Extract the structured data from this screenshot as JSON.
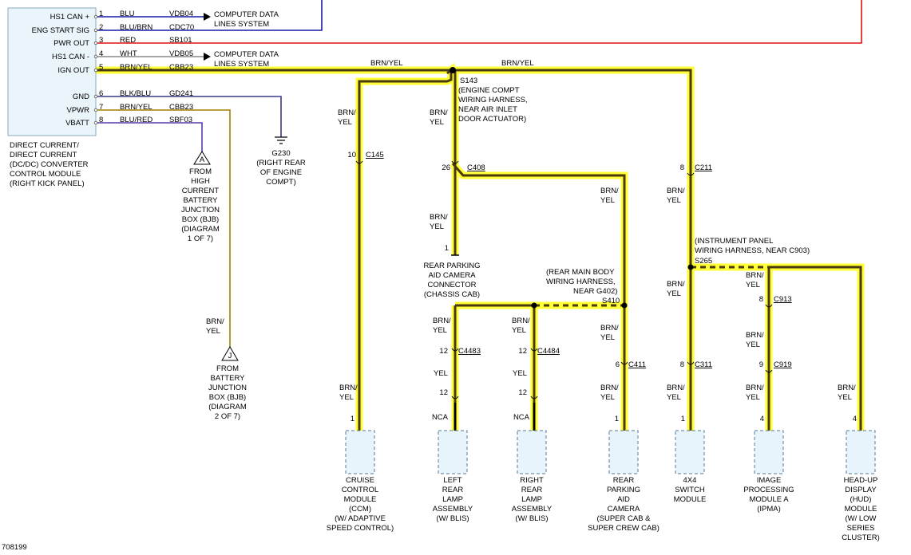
{
  "dcdc_module": {
    "pins": [
      {
        "name": "HS1 CAN +",
        "pin": "1",
        "wire_color": "BLU",
        "circuit": "VDB04"
      },
      {
        "name": "ENG START SIG",
        "pin": "2",
        "wire_color": "BLU/BRN",
        "circuit": "CDC70"
      },
      {
        "name": "PWR OUT",
        "pin": "3",
        "wire_color": "RED",
        "circuit": "SB101"
      },
      {
        "name": "HS1 CAN -",
        "pin": "4",
        "wire_color": "WHT",
        "circuit": "VDB05"
      },
      {
        "name": "IGN OUT",
        "pin": "5",
        "wire_color": "BRN/YEL",
        "circuit": "CBB23"
      },
      {
        "name": "GND",
        "pin": "6",
        "wire_color": "BLK/BLU",
        "circuit": "GD241"
      },
      {
        "name": "VPWR",
        "pin": "7",
        "wire_color": "BRN/YEL",
        "circuit": "CBB23"
      },
      {
        "name": "VBATT",
        "pin": "8",
        "wire_color": "BLU/RED",
        "circuit": "SBF03"
      }
    ],
    "caption": [
      "DIRECT CURRENT/",
      "DIRECT CURRENT",
      "(DC/DC) CONVERTER",
      "CONTROL MODULE",
      "(RIGHT KICK PANEL)"
    ]
  },
  "computer_data_1": [
    "COMPUTER DATA",
    "LINES SYSTEM"
  ],
  "computer_data_2": [
    "COMPUTER DATA",
    "LINES SYSTEM"
  ],
  "ground": {
    "id": "G230",
    "lines": [
      "(RIGHT REAR",
      "OF ENGINE",
      "COMPT)"
    ]
  },
  "ref_a": {
    "letter": "A",
    "lines": [
      "FROM",
      "HIGH",
      "CURRENT",
      "BATTERY",
      "JUNCTION",
      "BOX (BJB)",
      "(DIAGRAM",
      "1 OF 7)"
    ]
  },
  "ref_j": {
    "letter": "J",
    "lines": [
      "FROM",
      "BATTERY",
      "JUNCTION",
      "BOX (BJB)",
      "(DIAGRAM",
      "2 OF 7)"
    ]
  },
  "vpwr_wire": [
    "BRN/",
    "YEL"
  ],
  "main_wire": {
    "left_label": "BRN/YEL",
    "right_label": "BRN/YEL"
  },
  "s143": {
    "id": "S143",
    "lines": [
      "(ENGINE COMPT",
      "WIRING HARNESS,",
      "NEAR AIR INLET",
      "DOOR ACTUATOR)"
    ]
  },
  "ccm_branch": {
    "upper_wire": [
      "BRN/",
      "YEL"
    ],
    "connector": "C145",
    "pin": "10",
    "lower_wire": [
      "BRN/",
      "YEL"
    ],
    "module_pin": "1"
  },
  "camera_branch": {
    "upper_wire": [
      "BRN/",
      "YEL"
    ],
    "connector": "C408",
    "pin": "26",
    "lower_wire": [
      "BRN/",
      "YEL"
    ],
    "pin_bottom": "1",
    "connector_label": [
      "REAR PARKING",
      "AID CAMERA",
      "CONNECTOR",
      "(CHASSIS CAB)"
    ]
  },
  "c408_branch": {
    "wire": [
      "BRN/",
      "YEL"
    ]
  },
  "s410": {
    "id": "S410",
    "lines": [
      "(REAR MAIN BODY",
      "WIRING HARNESS,",
      "NEAR G402)"
    ]
  },
  "left_lamp_branch": {
    "upper_wire": [
      "BRN/",
      "YEL"
    ],
    "connector": "C4483",
    "pin_top": "12",
    "mid_wire": "YEL",
    "pin_bottom": "12",
    "nca": "NCA"
  },
  "right_lamp_branch": {
    "upper_wire": [
      "BRN/",
      "YEL"
    ],
    "connector": "C4484",
    "pin_top": "12",
    "mid_wire": "YEL",
    "pin_bottom": "12",
    "nca": "NCA"
  },
  "rear_camera_branch": {
    "upper_wire": [
      "BRN/",
      "YEL"
    ],
    "connector": "C411",
    "pin": "6",
    "lower_wire": [
      "BRN/",
      "YEL"
    ],
    "module_pin": "1"
  },
  "four_x4_branch": {
    "upper_wire": [
      "BRN/",
      "YEL"
    ],
    "connector_top": "C211",
    "pin_top": "8",
    "mid_wire": [
      "BRN/",
      "YEL"
    ],
    "connector_bottom": "C311",
    "pin_bottom": "8",
    "lower_wire": [
      "BRN/",
      "YEL"
    ],
    "module_pin": "1"
  },
  "s265": {
    "id": "S265",
    "lines": [
      "(INSTRUMENT PANEL",
      "WIRING HARNESS, NEAR C903)"
    ]
  },
  "ipma_branch": {
    "upper_wire": [
      "BRN/",
      "YEL"
    ],
    "connector_top": "C913",
    "pin_top": "8",
    "mid_wire": [
      "BRN/",
      "YEL"
    ],
    "connector_bottom": "C919",
    "pin_bottom": "9",
    "lower_wire": [
      "BRN/",
      "YEL"
    ],
    "module_pin": "4"
  },
  "hud_branch": {
    "wire": [
      "BRN/",
      "YEL"
    ],
    "module_pin": "4"
  },
  "modules": [
    {
      "id": "ccm",
      "lines": [
        "CRUISE",
        "CONTROL",
        "MODULE",
        "(CCM)",
        "(W/ ADAPTIVE",
        "SPEED CONTROL)"
      ]
    },
    {
      "id": "left-lamp",
      "lines": [
        "LEFT",
        "REAR",
        "LAMP",
        "ASSEMBLY",
        "(W/ BLIS)"
      ]
    },
    {
      "id": "right-lamp",
      "lines": [
        "RIGHT",
        "REAR",
        "LAMP",
        "ASSEMBLY",
        "(W/ BLIS)"
      ]
    },
    {
      "id": "rear-camera",
      "lines": [
        "REAR",
        "PARKING",
        "AID",
        "CAMERA",
        "(SUPER CAB &",
        "SUPER CREW CAB)"
      ]
    },
    {
      "id": "four-x4",
      "lines": [
        "4X4",
        "SWITCH",
        "MODULE"
      ]
    },
    {
      "id": "ipma",
      "lines": [
        "IMAGE",
        "PROCESSING",
        "MODULE A",
        "(IPMA)"
      ]
    },
    {
      "id": "hud",
      "lines": [
        "HEAD-UP",
        "DISPLAY",
        "(HUD)",
        "MODULE",
        "(W/ LOW",
        "SERIES",
        "CLUSTER)"
      ]
    }
  ],
  "figure_id": "708199",
  "colors": {
    "highlight": "#ffff33",
    "brn_yel_wire": "#4a3a10",
    "blu": "#1a1aa8",
    "red": "#e01010",
    "blk_blu": "#3a3a8a",
    "vpwr": "#a08000",
    "module_fill": "#e8f4fc",
    "module_stroke": "#5a7a90",
    "dcdc_fill": "#eaf5fb",
    "dcdc_stroke": "#8aa8bc"
  }
}
